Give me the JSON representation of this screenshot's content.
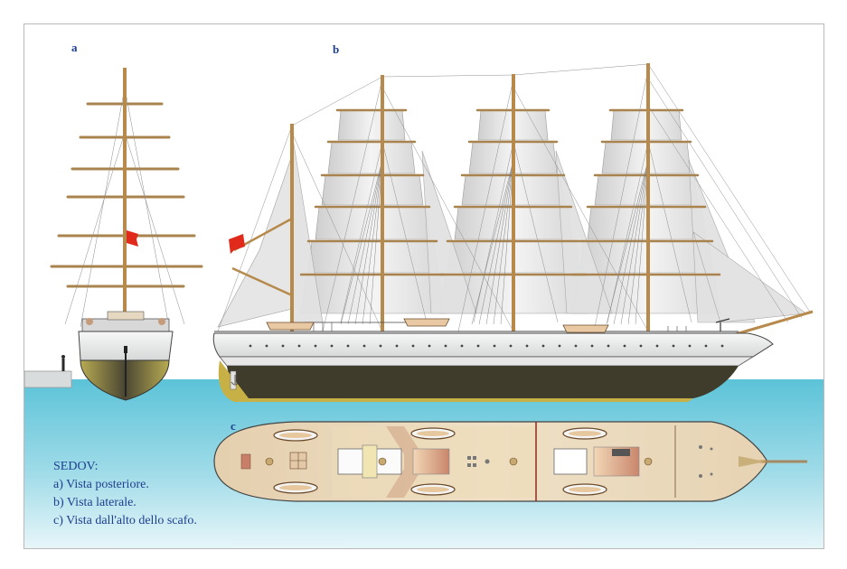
{
  "panel_labels": {
    "a": "a",
    "b": "b",
    "c": "c"
  },
  "caption": {
    "title": "SEDOV:",
    "lines": [
      "a) Vista posteriore.",
      "b) Vista laterale.",
      "c) Vista dall'alto dello scafo."
    ]
  },
  "colors": {
    "sea": "#6cc9dc",
    "sea_light": "#bfe8f1",
    "hull_white": "#eef0ef",
    "hull_dark": "#3f3c2c",
    "hull_yellow": "#c7b146",
    "mast": "#b78a4c",
    "sail": "#e9e9e9",
    "deck": "#e9d7b9",
    "flag": "#e02a1c",
    "caption_text": "#1f3f8f"
  },
  "icons": [
    "red-flag-icon",
    "lifeboat-icon",
    "person-figure-icon",
    "anchor-icon"
  ]
}
